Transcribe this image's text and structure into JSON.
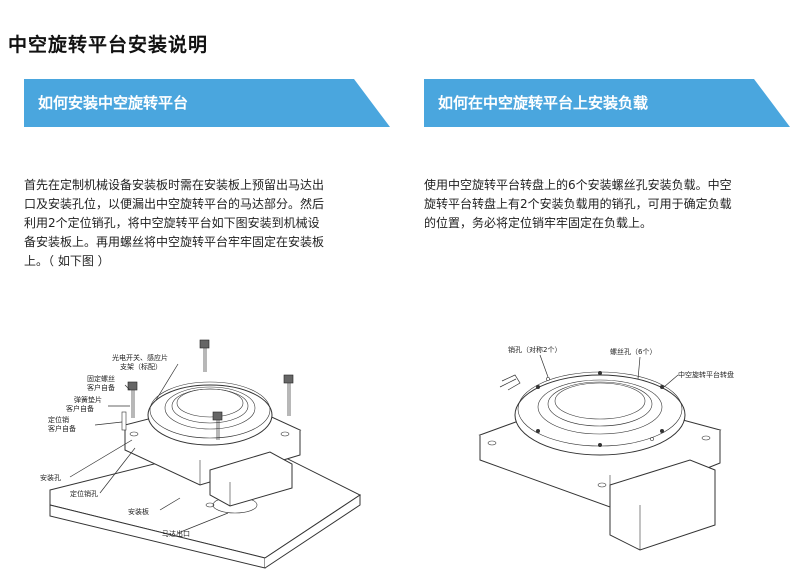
{
  "page": {
    "title": "中空旋转平台安装说明"
  },
  "left_section": {
    "heading": "如何安装中空旋转平台",
    "lines": [
      "首先在定制机械设备安装板时需在安装板上预留出马达出",
      "口及安装孔位，以便漏出中空旋转平台的马达部分。然后",
      "利用2个定位销孔，将中空旋转平台如下图安装到机械设",
      "备安装板上。再用螺丝将中空旋转平台牢牢固定在安装板",
      "上。（ 如下图 ）"
    ],
    "diagram_labels": {
      "sensor_bracket_1": "光电开关、感应片",
      "sensor_bracket_2": "支架（标配）",
      "fixing_screw_1": "固定螺丝",
      "fixing_screw_2": "客户自备",
      "spring_washer_1": "弹簧垫片",
      "spring_washer_2": "客户自备",
      "locating_pin_1": "定位销",
      "locating_pin_2": "客户自备",
      "mounting_hole": "安装孔",
      "locating_pin_hole": "定位销孔",
      "mounting_plate": "安装板",
      "motor_outlet": "马达出口"
    }
  },
  "right_section": {
    "heading": "如何在中空旋转平台上安装负载",
    "lines": [
      "使用中空旋转平台转盘上的6个安装螺丝孔安装负载。中空",
      "旋转平台转盘上有2个安装负载用的销孔，可用于确定负载",
      "的位置，务必将定位销牢牢固定在负载上。"
    ],
    "diagram_labels": {
      "pin_holes": "销孔（对称2个）",
      "screw_holes": "螺丝孔（6个）",
      "turntable": "中空旋转平台转盘"
    }
  },
  "colors": {
    "banner_bg": "#4aa6de",
    "banner_text": "#ffffff",
    "title_text": "#111111"
  }
}
